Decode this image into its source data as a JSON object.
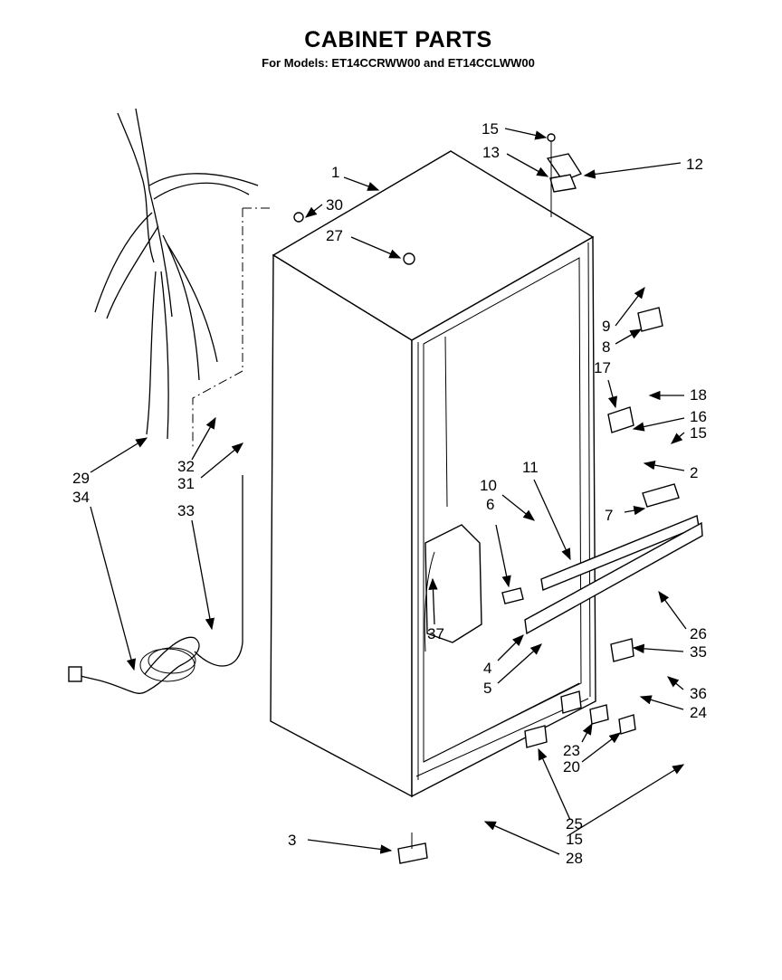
{
  "header": {
    "title": "CABINET PARTS",
    "subtitle": "For Models: ET14CCRWW00 and ET14CCLWW00"
  },
  "callouts": [
    "1",
    "2",
    "3",
    "4",
    "5",
    "6",
    "7",
    "8",
    "9",
    "10",
    "11",
    "12",
    "13",
    "15",
    "15",
    "15",
    "16",
    "17",
    "18",
    "20",
    "23",
    "24",
    "25",
    "26",
    "27",
    "28",
    "29",
    "30",
    "31",
    "32",
    "33",
    "34",
    "35",
    "36",
    "37"
  ]
}
